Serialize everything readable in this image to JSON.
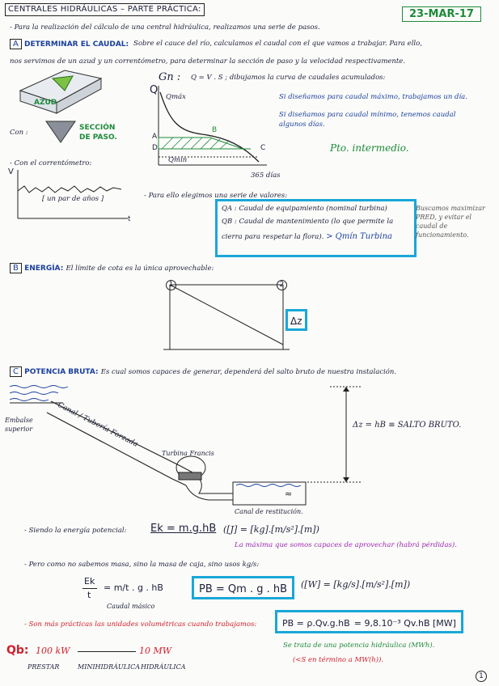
{
  "header": {
    "title": "CENTRALES HIDRÁULICAS – PARTE PRÁCTICA:",
    "date": "23-MAR-17",
    "intro": "- Para la realización del cálculo de una central hidráulica, realizamos una serie de pasos."
  },
  "sectionA": {
    "tag": "A",
    "title": "DETERMINAR EL CAUDAL:",
    "text1": "Sobre el cauce del río, calculamos el caudal con el que vamos a trabajar. Para ello,",
    "text2": "nos servimos de un azud y un correntómetro, para determinar la sección de paso y la velocidad respectivamente.",
    "azud_label": "AZUD",
    "con_label": "Con :",
    "seccion_label": "SECCIÓN DE PASO.",
    "correntometro": "- Con el correntómetro:",
    "vlabel": "V",
    "tlabel": "t",
    "bracket_text": "[ un par de años ]",
    "formula_intro": "Q = V . S ; dibujamos la curva de caudales acumulados:",
    "gn": "Gn :",
    "q_axis": "Q",
    "qmax": "Qmáx",
    "qmin": "Qmín",
    "pointA": "A",
    "pointB": "B",
    "pointC": "C",
    "pointD": "D",
    "days": "365 días",
    "note1": "Si diseñamos para caudal máximo, trabajamos un día.",
    "note2": "Si diseñamos para caudal mínimo, tenemos caudal algunos días.",
    "intermedio": "Pto. intermedio.",
    "valores": "- Para ello elegimos una serie de valores:",
    "qa": "QA : Caudal de equipamiento (nominal turbina)",
    "qb1": "QB : Caudal de mantenimiento (lo que permite la",
    "qb2": "cierra para respetar la flora).",
    "qmin_turbine": "> Qmín Turbina",
    "buscamos": "Buscamos maximizar PRED, y evitar el caudal de funcionamiento."
  },
  "sectionB": {
    "tag": "B",
    "title": "ENERGÍA:",
    "text": "El límite de cota es la única aprovechable:",
    "p1": "1",
    "p2": "2",
    "dz": "Δz"
  },
  "sectionC": {
    "tag": "C",
    "title": "POTENCIA BRUTA:",
    "text": "Es cual somos capaces de generar, dependerá del salto bruto de nuestra instalación.",
    "embalse": "Embalse superior",
    "canal": "Canal / Tubería Forzada",
    "turbina": "Turbina Francis",
    "canal_restitucion": "Canal de restitución.",
    "dz_eq": "Δz = hB ≡ SALTO BRUTO.",
    "ep_intro": "- Siendo la energía potencial:",
    "ep_formula": "Ek = m.g.hB",
    "ep_units": "([J] = [kg].[m/s²].[m])",
    "max_note": "La máxima que somos capaces de aprovechar (habrá pérdidas).",
    "pero": "- Pero como no sabemos masa, sino la masa de caja, sino usos kg/s:",
    "frac_num": "Ek",
    "frac_den": "t",
    "eq_mid": "= m/t . g . hB",
    "caudal_masico": "Caudal másico",
    "pb_formula": "PB = Qm . g . hB",
    "pb_units": "([W] = [kg/s].[m/s²].[m])",
    "vol_intro": "- Son más prácticas las unidades volumétricas cuando trabajamos:",
    "pb_vol": "PB = ρ.Qv.g.hB",
    "pb_vol2": "= 9,8.10⁻³ Qv.hB [MW]",
    "potencia_note": "Se trata de una potencia hidráulica (MWh).",
    "termino_note": "(<S en término a MW(h)).",
    "scale_left": "100 kW",
    "scale_right": "10 MW",
    "scale_0": "Qb:",
    "cat1": "PRESTAR",
    "cat2": "MINIHIDRÁULICA",
    "cat3": "HIDRÁULICA",
    "page": "1"
  }
}
